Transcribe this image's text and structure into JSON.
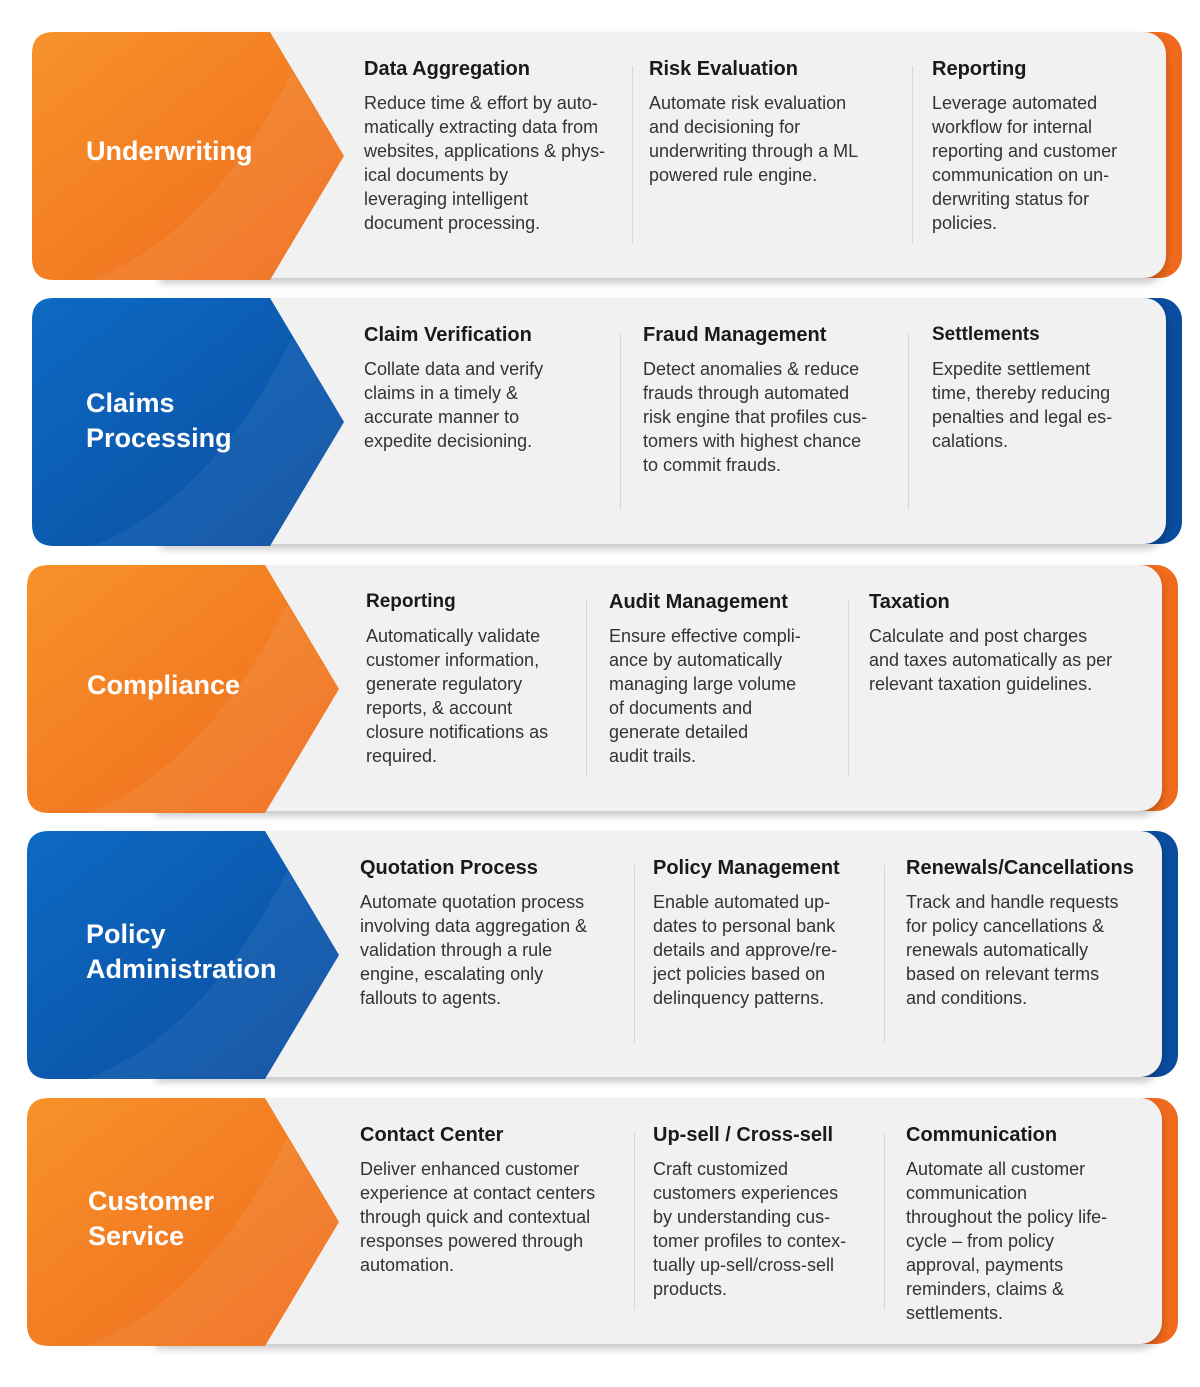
{
  "colors": {
    "orange": "#f47a20",
    "orange_dark": "#e9661a",
    "blue": "#0b5db3",
    "blue_dark": "#0a4ea0",
    "card_bg": "#f1f1f1"
  },
  "rows": [
    {
      "title": "Underwriting",
      "items": [
        {
          "heading": "Data Aggregation",
          "body": "Reduce time & effort by auto-\nmatically extracting data from\nwebsites, applications & phys-\nical documents by\nleveraging intelligent\ndocument processing."
        },
        {
          "heading": "Risk Evaluation",
          "body": "Automate risk evaluation\nand decisioning for\nunderwriting through a ML\npowered rule engine."
        },
        {
          "heading": "Reporting",
          "body": "Leverage automated\nworkflow for internal\nreporting and customer\ncommunication on un-\nderwriting status for\npolicies."
        }
      ]
    },
    {
      "title": "Claims\nProcessing",
      "items": [
        {
          "heading": "Claim Verification",
          "body": "Collate data and verify\nclaims in a timely &\naccurate manner to\nexpedite decisioning."
        },
        {
          "heading": "Fraud Management",
          "body": "Detect anomalies & reduce\nfrauds through automated\nrisk engine that profiles cus-\ntomers with highest chance\nto commit frauds."
        },
        {
          "heading": "Settlements",
          "body": "Expedite settlement\ntime, thereby reducing\npenalties and legal es-\ncalations."
        }
      ]
    },
    {
      "title": "Compliance",
      "items": [
        {
          "heading": "Reporting",
          "body": "Automatically validate\ncustomer information,\ngenerate regulatory\nreports, & account\nclosure notifications as\nrequired."
        },
        {
          "heading": "Audit Management",
          "body": "Ensure effective compli-\nance by automatically\nmanaging large volume\nof documents and\ngenerate detailed\naudit trails."
        },
        {
          "heading": "Taxation",
          "body": "Calculate and post charges\nand taxes automatically as per\nrelevant taxation guidelines."
        }
      ]
    },
    {
      "title": "Policy\nAdministration",
      "items": [
        {
          "heading": "Quotation Process",
          "body": "Automate quotation process\ninvolving data aggregation &\nvalidation through a rule\nengine, escalating only\nfallouts to agents."
        },
        {
          "heading": "Policy Management",
          "body": "Enable automated up-\ndates to personal bank\ndetails and approve/re-\nject policies based on\ndelinquency patterns."
        },
        {
          "heading": "Renewals/Cancellations",
          "body": "Track and handle requests\nfor policy cancellations &\nrenewals automatically\nbased on relevant terms\nand conditions."
        }
      ]
    },
    {
      "title": "Customer\nService",
      "items": [
        {
          "heading": "Contact Center",
          "body": "Deliver enhanced customer\nexperience at contact centers\nthrough quick and contextual\nresponses powered through\nautomation."
        },
        {
          "heading": "Up-sell / Cross-sell",
          "body": "Craft customized\ncustomers experiences\nby understanding cus-\ntomer profiles to contex-\ntually up-sell/cross-sell\nproducts."
        },
        {
          "heading": "Communication",
          "body": "Automate all customer\ncommunication\nthroughout the policy life-\ncycle – from policy\napproval, payments\nreminders, claims &\nsettlements."
        }
      ]
    }
  ]
}
